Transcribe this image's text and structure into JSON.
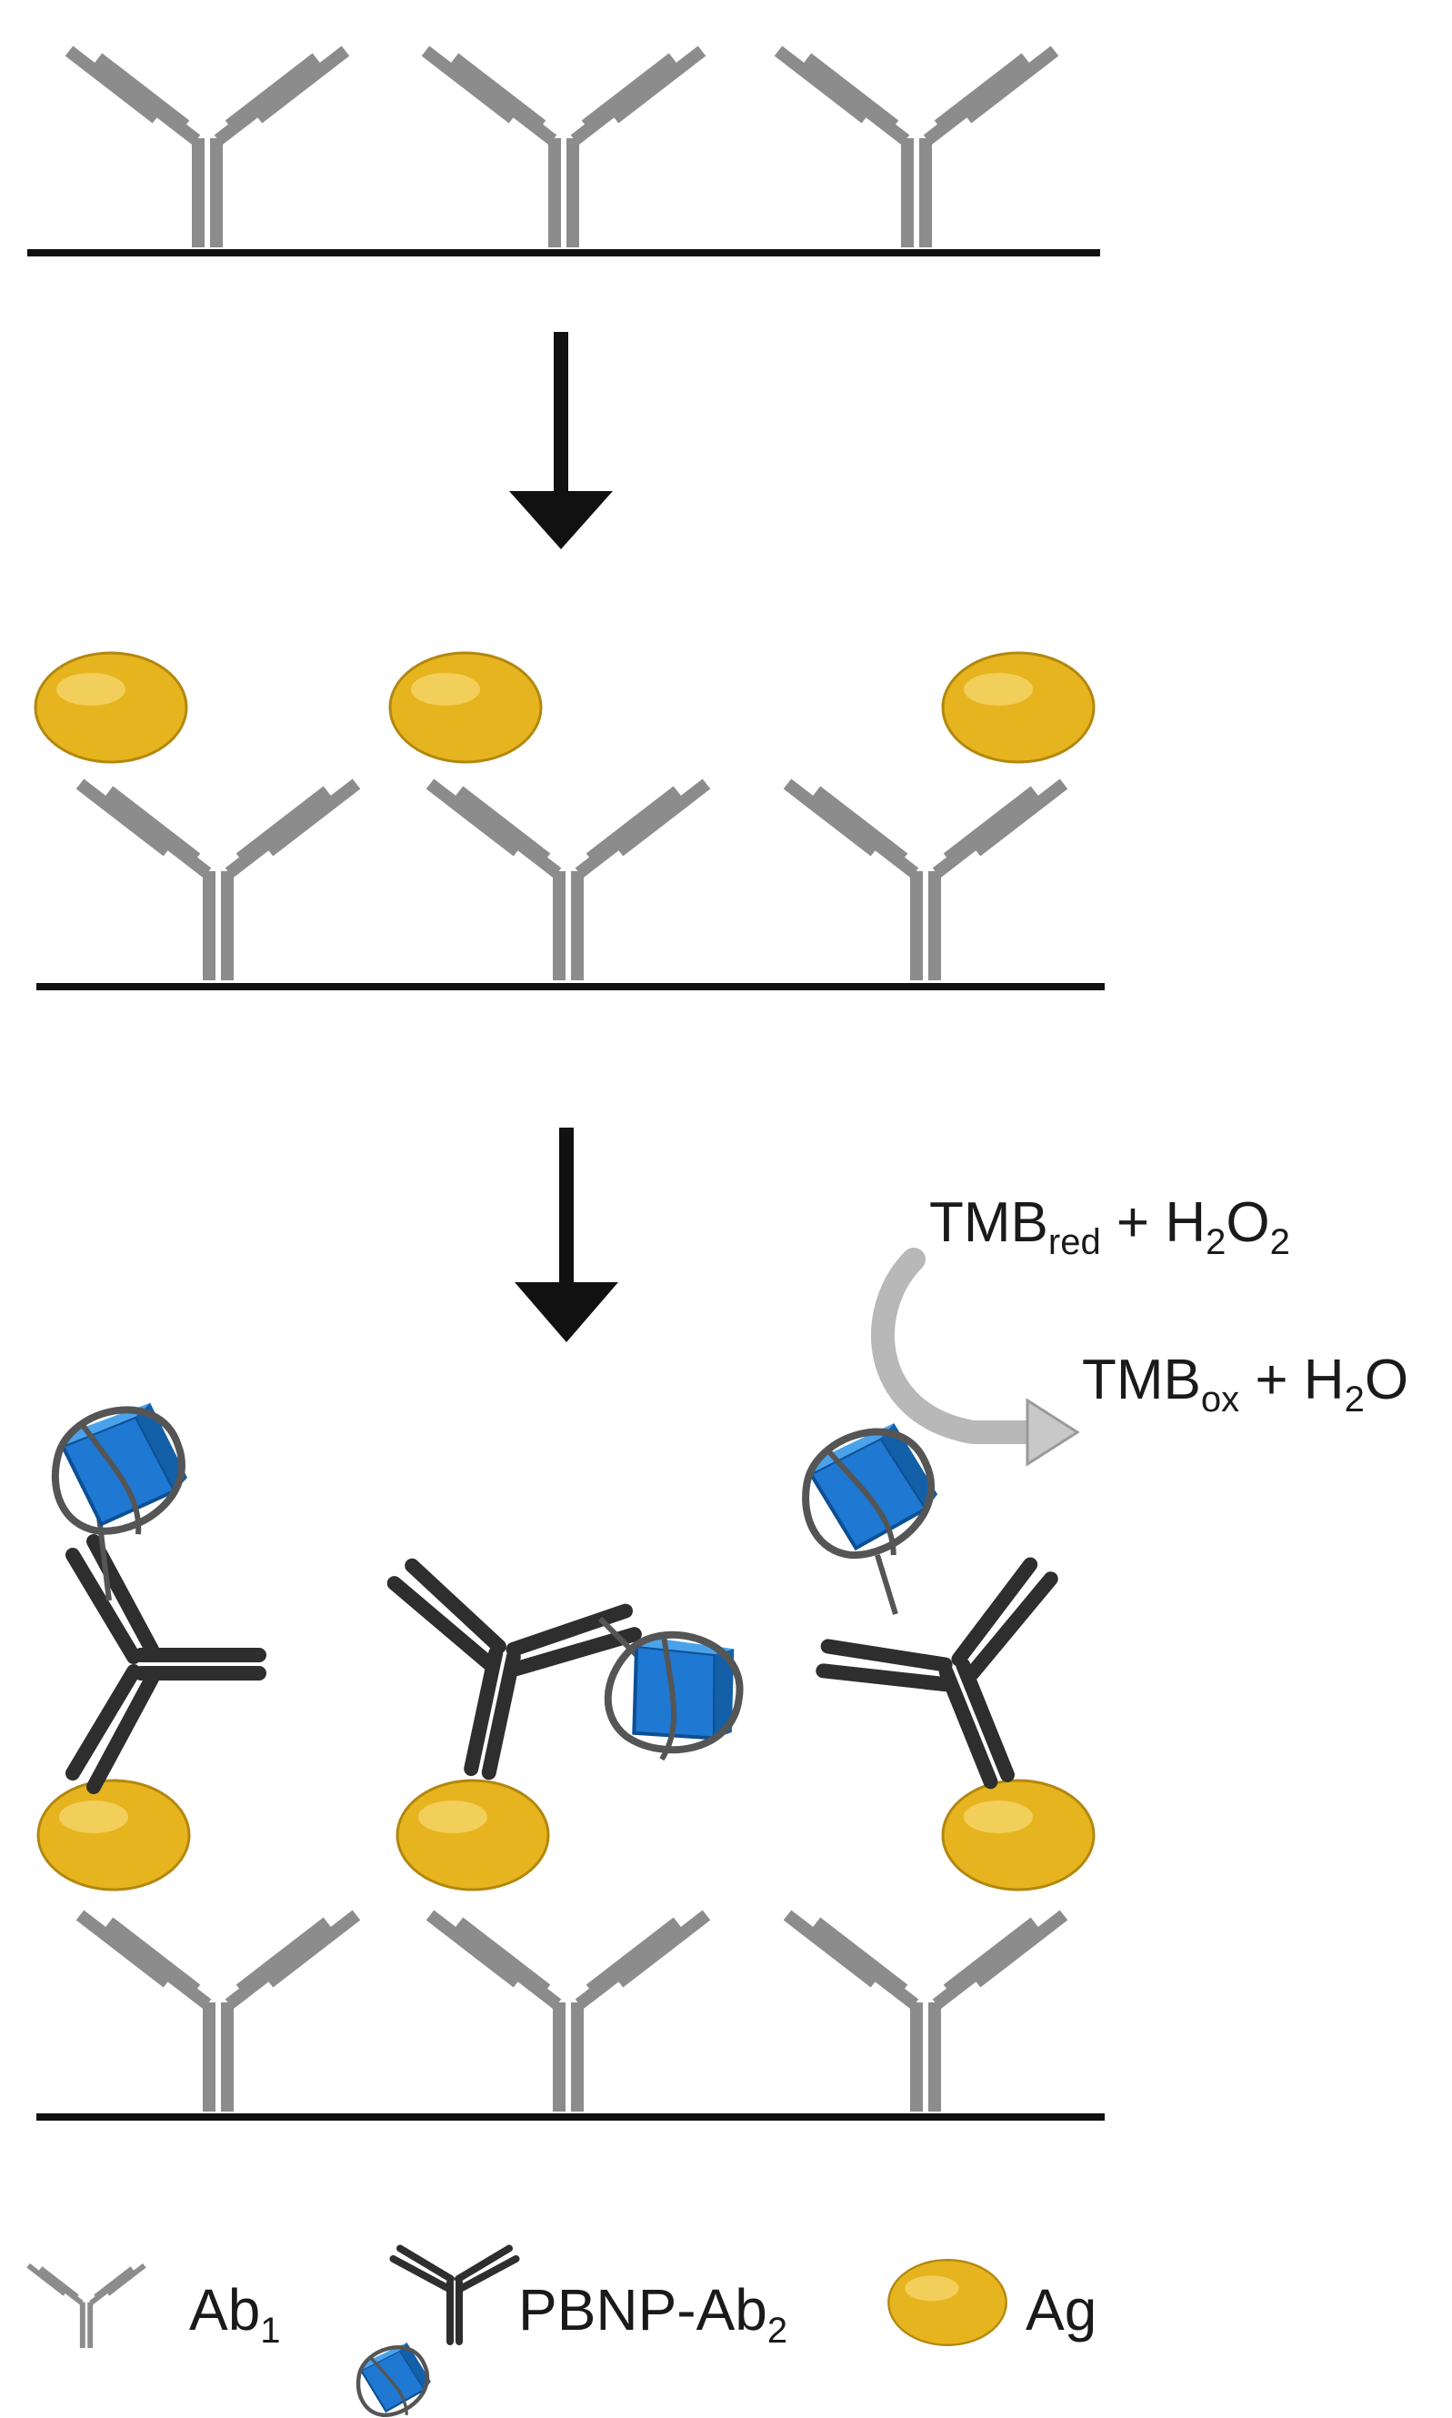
{
  "reaction": {
    "top": {
      "a": "TMB",
      "a_sub": "red",
      "b": " + H",
      "b_sub": "2",
      "c": "O",
      "c_sub": "2"
    },
    "bottom": {
      "a": "TMB",
      "a_sub": "ox",
      "b": " + H",
      "b_sub": "2",
      "c": "O"
    }
  },
  "legend": {
    "ab1": {
      "main": "Ab",
      "sub": "1"
    },
    "pbnp": {
      "main": "PBNP-Ab",
      "sub": "2"
    },
    "ag": {
      "main": "Ag"
    }
  },
  "colors": {
    "ab1_gray": "#8c8c8c",
    "ab2_dark": "#2e2e2e",
    "antigen_gold": "#e6b41e",
    "pbnp_blue": "#1f78d1",
    "curved_arrow_gray": "#b8b8b8",
    "line_black": "#111111"
  }
}
